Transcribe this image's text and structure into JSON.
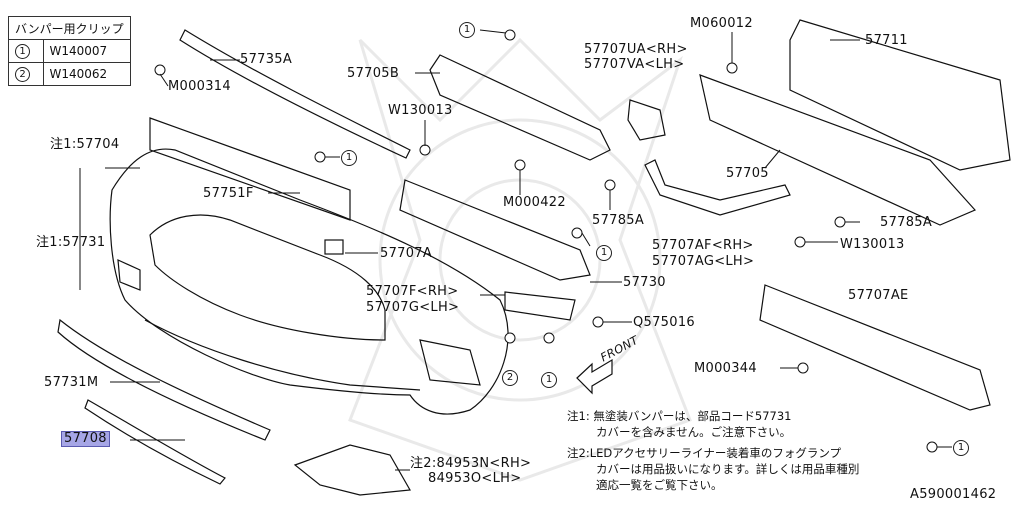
{
  "clip_table": {
    "header": "バンパー用クリップ",
    "rows": [
      {
        "marker": "1",
        "code": "W140007"
      },
      {
        "marker": "2",
        "code": "W140062"
      }
    ]
  },
  "labels": {
    "l57735A": "57735A",
    "lM000314": "M000314",
    "l57704": "注1:57704",
    "l57731": "注1:57731",
    "l57751F": "57751F",
    "l57707A": "57707A",
    "l57705B": "57705B",
    "lW130013a": "W130013",
    "lM000422": "M000422",
    "l57785Aa": "57785A",
    "l57730": "57730",
    "l57707F": "57707F<RH>",
    "l57707G": "57707G<LH>",
    "lQ575016": "Q575016",
    "l57707UA": "57707UA<RH>",
    "l57707VA": "57707VA<LH>",
    "lM060012": "M060012",
    "l57711": "57711",
    "l57705": "57705",
    "l57785Ab": "57785A",
    "l57707AF": "57707AF<RH>",
    "l57707AG": "57707AG<LH>",
    "lW130013b": "W130013",
    "l57707AE": "57707AE",
    "lM000344": "M000344",
    "l57731M": "57731M",
    "l57708": "57708",
    "l84953N": "注2:84953N<RH>",
    "l84953O": "84953O<LH>",
    "front": "FRONT",
    "drawing_no": "A590001462"
  },
  "markers": {
    "m1a": "1",
    "m1b": "1",
    "m1c": "1",
    "m1d": "1",
    "m1e": "1",
    "m2a": "2"
  },
  "notes": {
    "note1_line1": "注1: 無塗装バンパーは、部品コード57731",
    "note1_line2": "カバーを含みません。ご注意下さい。",
    "note2_line1": "注2:LEDアクセサリーライナー装着車のフォグランプ",
    "note2_line2": "カバーは用品扱いになります。詳しくは用品車種別",
    "note2_line3": "適応一覧をご覧下さい。"
  }
}
